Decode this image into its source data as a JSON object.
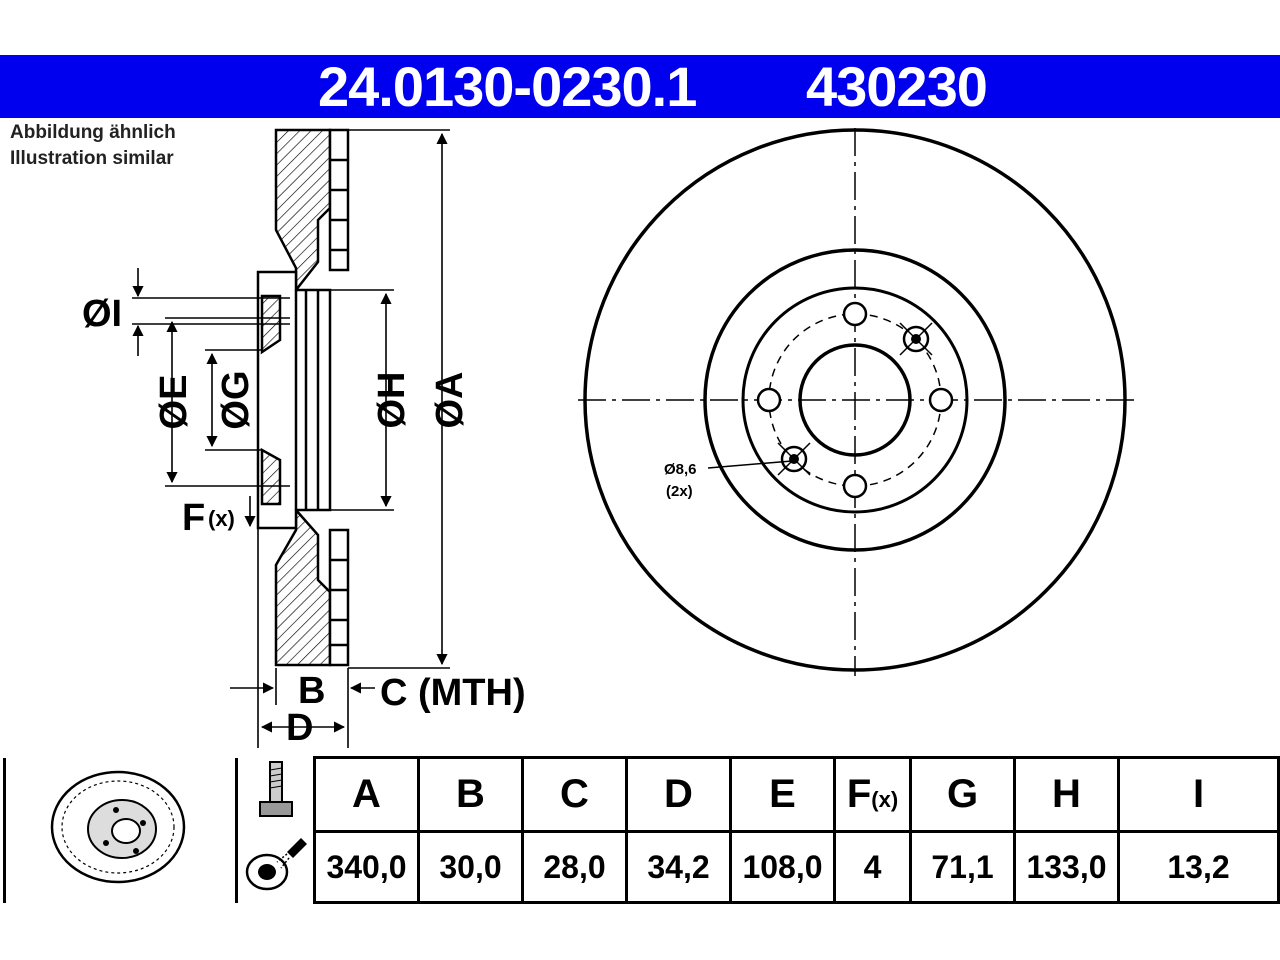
{
  "header": {
    "part_number": "24.0130-0230.1",
    "ref_number": "430230",
    "banner_color": "#0000ee"
  },
  "note": {
    "line1": "Abbildung ähnlich",
    "line2": "Illustration similar"
  },
  "side_view": {
    "dim_i": "ØI",
    "dim_e": "ØE",
    "dim_g": "ØG",
    "dim_h": "ØH",
    "dim_a": "ØA",
    "dim_f": "F",
    "dim_f_suffix": "(x)",
    "dim_b": "B",
    "dim_c": "C (MTH)",
    "dim_d": "D"
  },
  "front_view": {
    "hole_label": "Ø8,6",
    "hole_count": "(2x)"
  },
  "spec_table": {
    "columns": [
      {
        "key": "A",
        "label": "A",
        "value": "340,0"
      },
      {
        "key": "B",
        "label": "B",
        "value": "30,0"
      },
      {
        "key": "C",
        "label": "C",
        "value": "28,0"
      },
      {
        "key": "D",
        "label": "D",
        "value": "34,2"
      },
      {
        "key": "E",
        "label": "E",
        "value": "108,0"
      },
      {
        "key": "F",
        "label": "F",
        "label_suffix": "(x)",
        "value": "4"
      },
      {
        "key": "G",
        "label": "G",
        "value": "71,1"
      },
      {
        "key": "H",
        "label": "H",
        "value": "133,0"
      },
      {
        "key": "I",
        "label": "I",
        "value": "13,2"
      }
    ],
    "icons": [
      "brake-disc-icon",
      "bolt-icon",
      "grease-spray-icon"
    ]
  }
}
